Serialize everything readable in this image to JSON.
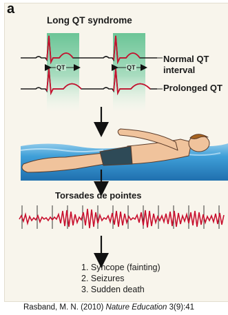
{
  "figure": {
    "panel_letter": "a",
    "title": "Long QT syndrome",
    "qt_label": "QT",
    "normal_label_line1": "Normal QT",
    "normal_label_line2": "interval",
    "prolonged_label": "Prolonged QT",
    "torsades_label": "Torsades de pointes",
    "outcomes": [
      "1. Syncope (fainting)",
      "2. Seizures",
      "3. Sudden death"
    ]
  },
  "credit": {
    "authors": "Rasband, M. N. (2010) ",
    "journal": "Nature Education",
    "citation": " 3(9):41"
  },
  "colors": {
    "trace_red": "#c8102e",
    "qt_band": "#7fcca3",
    "water": "#3d9dd6",
    "skin": "#f0c39c",
    "swimsuit": "#2e4a57"
  }
}
